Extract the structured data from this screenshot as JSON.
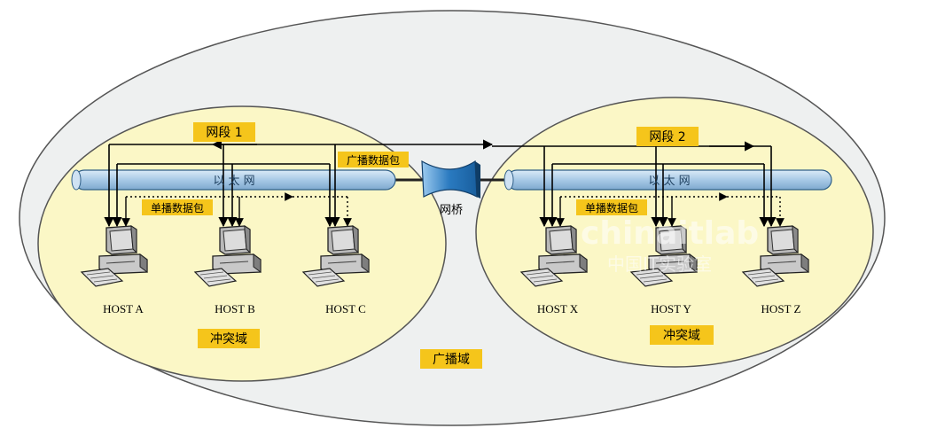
{
  "segment_left": {
    "label": "网段 1",
    "ethernet": "以 太 网",
    "broadcast_packet": "广播数据包",
    "unicast_packet": "单播数据包",
    "collision_domain": "冲突域"
  },
  "segment_right": {
    "label": "网段 2",
    "ethernet": "以 太 网",
    "unicast_packet": "单播数据包",
    "collision_domain": "冲突域"
  },
  "bridge": {
    "label": "网桥"
  },
  "broadcast_domain": {
    "label": "广播域"
  },
  "hosts_left": [
    "HOST A",
    "HOST B",
    "HOST C"
  ],
  "hosts_right": [
    "HOST X",
    "HOST Y",
    "HOST Z"
  ],
  "watermark": {
    "text": "chinaitlab",
    "subtext": "中国IT实验室"
  },
  "colors": {
    "label_bg": "#f5c51b",
    "collision_fill": "#fbf7c6",
    "broadcast_fill": "#eef0f0",
    "cable": "#a9cbe8",
    "bridge": "#2f7fc2"
  }
}
